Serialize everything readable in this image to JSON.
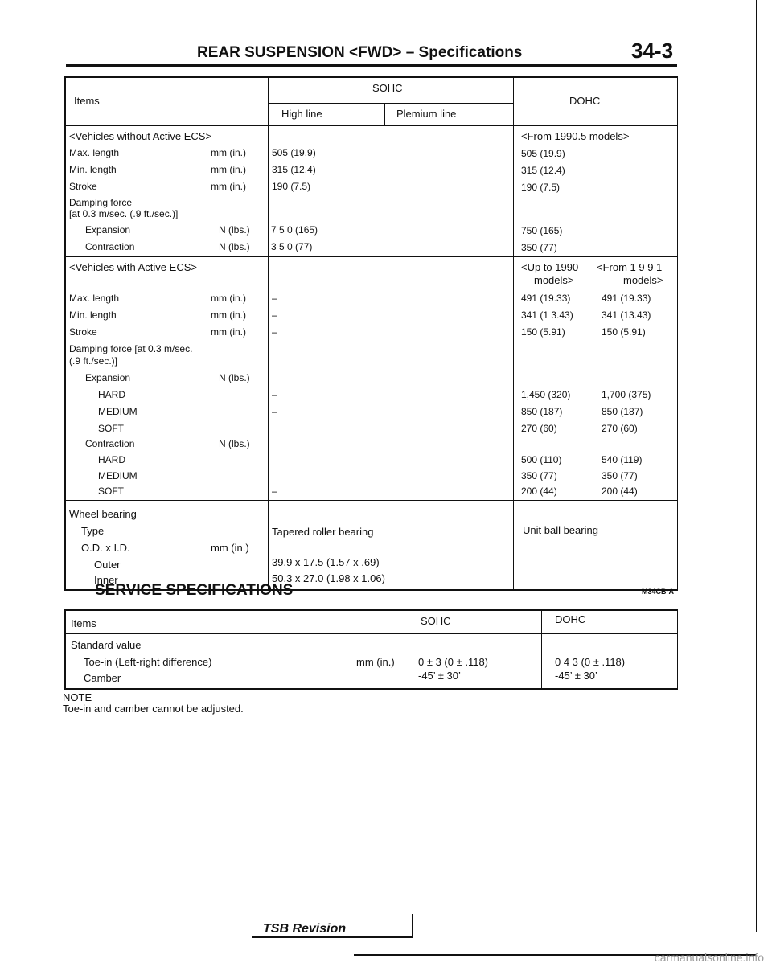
{
  "header": {
    "title": "REAR SUSPENSION <FWD> – Specifications",
    "page_number": "34-3"
  },
  "table1": {
    "head": {
      "items": "Items",
      "sohc": "SOHC",
      "high_line": "High line",
      "premium_line": "Plemium line",
      "dohc": "DOHC"
    },
    "s1": {
      "title": "<Vehicles without Active ECS>",
      "dohc_note": "<From 1990.5 models>",
      "max_length": {
        "label": "Max. length",
        "unit": "mm (in.)",
        "sohc": "505 (19.9)",
        "dohc": "505 (19.9)"
      },
      "min_length": {
        "label": "Min. length",
        "unit": "mm (in.)",
        "sohc": "315 (12.4)",
        "dohc": "315 (12.4)"
      },
      "stroke": {
        "label": "Stroke",
        "unit": "mm (in.)",
        "sohc": "190 (7.5)",
        "dohc": "190 (7.5)"
      },
      "damping_line1": "Damping force",
      "damping_line2": "[at 0.3 m/sec. (.9 ft./sec.)]",
      "expansion": {
        "label": "Expansion",
        "unit": "N (lbs.)",
        "sohc": "7 5 0 (165)",
        "dohc": "750 (165)"
      },
      "contraction": {
        "label": "Contraction",
        "unit": "N (lbs.)",
        "sohc": "3 5 0 (77)",
        "dohc": "350 (77)"
      }
    },
    "s2": {
      "title": "<Vehicles with Active ECS>",
      "dohc_col1_head1": "<Up to 1990",
      "dohc_col1_head2": "models>",
      "dohc_col2_head1": "<From 1 9 9 1",
      "dohc_col2_head2": "models>",
      "max_length": {
        "label": "Max. length",
        "unit": "mm (in.)",
        "sohc": "–",
        "c1": "491 (19.33)",
        "c2": "491 (19.33)"
      },
      "min_length": {
        "label": "Min. length",
        "unit": "mm (in.)",
        "sohc": "–",
        "c1": "341 (1 3.43)",
        "c2": "341 (13.43)"
      },
      "stroke": {
        "label": "Stroke",
        "unit": "mm (in.)",
        "sohc": "–",
        "c1": "150 (5.91)",
        "c2": "150 (5.91)"
      },
      "damping_line1": "Damping force [at 0.3 m/sec.",
      "damping_line2": "(.9 ft./sec.)]",
      "expansion": {
        "label": "Expansion",
        "unit": "N (lbs.)"
      },
      "exp_hard": {
        "label": "HARD",
        "sohc": "–",
        "c1": "1,450 (320)",
        "c2": "1,700 (375)"
      },
      "exp_medium": {
        "label": "MEDIUM",
        "sohc": "–",
        "c1": "850 (187)",
        "c2": "850 (187)"
      },
      "exp_soft": {
        "label": "SOFT",
        "c1": "270 (60)",
        "c2": "270 (60)"
      },
      "contraction": {
        "label": "Contraction",
        "unit": "N (lbs.)"
      },
      "con_hard": {
        "label": "HARD",
        "c1": "500 (110)",
        "c2": "540 (119)"
      },
      "con_medium": {
        "label": "MEDIUM",
        "c1": "350 (77)",
        "c2": "350 (77)"
      },
      "con_soft": {
        "label": "SOFT",
        "sohc": "–",
        "c1": "200 (44)",
        "c2": "200 (44)"
      }
    },
    "s3": {
      "title": "Wheel bearing",
      "type": {
        "label": "Type",
        "sohc": "Tapered roller bearing",
        "dohc": "Unit ball bearing"
      },
      "od_id": {
        "label": "O.D. x I.D.",
        "unit": "mm (in.)"
      },
      "outer": {
        "label": "Outer",
        "sohc": "39.9 x 17.5 (1.57 x .69)"
      },
      "inner": {
        "label": "Inner",
        "sohc": "50.3 x 27.0 (1.98 x 1.06)"
      }
    }
  },
  "service": {
    "title": "SERVICE SPECIFICATIONS",
    "code": "M34CB-A",
    "head": {
      "items": "Items",
      "sohc": "SOHC",
      "dohc": "DOHC"
    },
    "standard_value": "Standard value",
    "toe_in": {
      "label": "Toe-in (Left-right difference)",
      "unit": "mm (in.)",
      "sohc": "0 ± 3 (0 ± .118)",
      "dohc": "0 4 3 (0 ± .118)"
    },
    "camber": {
      "label": "Camber",
      "sohc": "-45’ ± 30’",
      "dohc": "-45’ ± 30’"
    }
  },
  "note": {
    "title": "NOTE",
    "text": "Toe-in and camber cannot be adjusted."
  },
  "footer": {
    "tsb": "TSB Revision",
    "watermark": "carmanualsonline.info"
  }
}
